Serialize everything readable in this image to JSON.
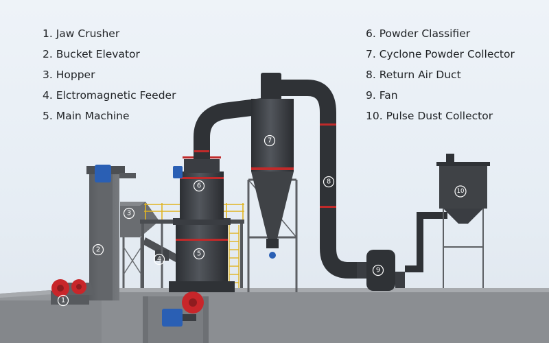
{
  "legend": {
    "left": [
      "1. Jaw Crusher",
      "2. Bucket Elevator",
      "3. Hopper",
      "4. Elctromagnetic Feeder",
      "5. Main Machine"
    ],
    "right": [
      "6. Powder Classifier",
      "7. Cyclone Powder Collector",
      "8. Return Air Duct",
      "9. Fan",
      "10. Pulse Dust Collector"
    ]
  },
  "callouts": [
    "1",
    "2",
    "3",
    "4",
    "5",
    "6",
    "7",
    "8",
    "9",
    "10"
  ],
  "colors": {
    "background": "#e9eff5",
    "steel": "#3a3d42",
    "dark_steel": "#2a2c30",
    "duct": "#2f3236",
    "red_band": "#c02a2a",
    "crusher_red": "#c8262a",
    "motor_blue": "#2a5fb4",
    "rail_yellow": "#e0b422",
    "ground": "#8c8f93"
  }
}
